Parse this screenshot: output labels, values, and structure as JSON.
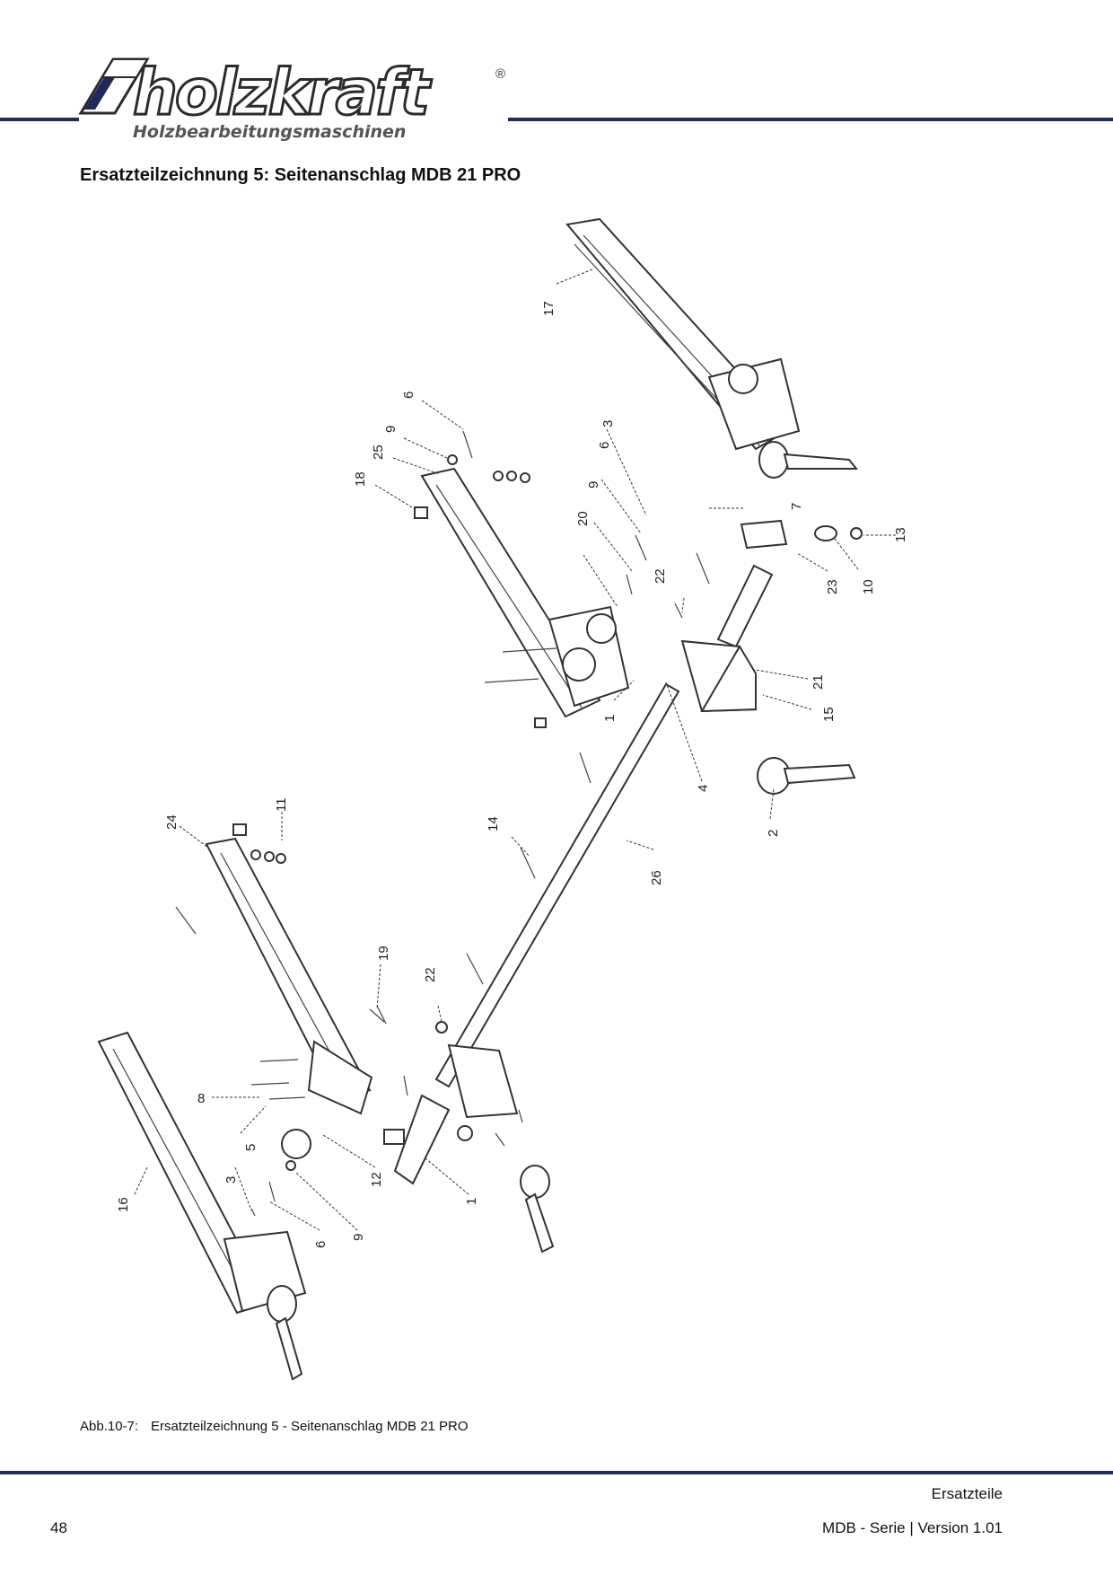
{
  "header": {
    "brand": "holzkraft",
    "registered": "®",
    "tagline": "Holzbearbeitungsmaschinen",
    "accent_color": "#1d2a5c"
  },
  "page_title": "Ersatzteilzeichnung 5: Seitenanschlag MDB 21 PRO",
  "drawing": {
    "part_numbers": {
      "p17": "17",
      "p6a": "6",
      "p9a": "9",
      "p3a": "3",
      "p25": "25",
      "p18": "18",
      "p6b": "6",
      "p9b": "9",
      "p20": "20",
      "p7": "7",
      "p13": "13",
      "p22a": "22",
      "p23": "23",
      "p10": "10",
      "p21": "21",
      "p15": "15",
      "p1a": "1",
      "p4": "4",
      "p2": "2",
      "p24": "24",
      "p11": "11",
      "p14": "14",
      "p26": "26",
      "p19": "19",
      "p22b": "22",
      "p8": "8",
      "p5": "5",
      "p12": "12",
      "p3b": "3",
      "p16": "16",
      "p6c": "6",
      "p9c": "9",
      "p1b": "1"
    }
  },
  "caption": {
    "label": "Abb.10-7:",
    "text": "Ersatzteilzeichnung 5 - Seitenanschlag MDB 21 PRO"
  },
  "footer": {
    "section": "Ersatzteile",
    "page_number": "48",
    "version": "MDB - Serie |  Version 1.01"
  }
}
